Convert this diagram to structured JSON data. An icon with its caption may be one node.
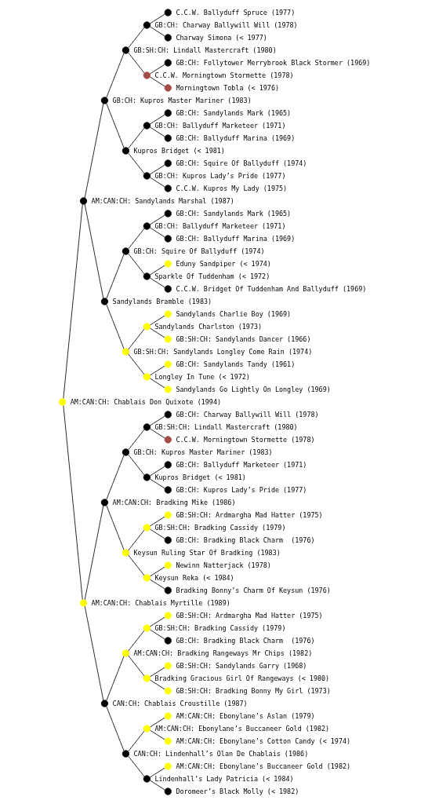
{
  "diagram": {
    "nodes": [
      {
        "text": [],
        "shape": "circle",
        "beside": [
          "C.C.W. Ballyduff Spruce (1977)"
        ]
      },
      {
        "text": [],
        "shape": "circle",
        "beside": [
          "GB:CH: Charway Ballywill Will (1978)"
        ]
      },
      {
        "text": [],
        "shape": "circle",
        "beside": [
          "Charway Simona (< 1977)"
        ]
      },
      {
        "text": [],
        "shape": "circle",
        "beside": [
          "GB:SH:CH: Lindall Mastercraft (1980)"
        ]
      },
      {
        "text": [],
        "shape": "circle",
        "beside": [
          "GB:CH: Follytower Merrybrook Black Stormer (1969)"
        ]
      },
      {
        "text": [],
        "shape": "circle",
        "beside": [
          "C.C.W. Morningtown Stormette (1978)"
        ]
      },
      {
        "text": [],
        "shape": "circle",
        "beside": [
          "Morningtown Tobla (< 1976)"
        ]
      },
      {
        "text": [],
        "shape": "circle",
        "beside": [
          "GB:CH: Kupros Master Mariner (1983)"
        ]
      },
      {
        "text": [],
        "shape": "circle",
        "beside": [
          "GB:CH: Sandylands Mark (1965)"
        ]
      },
      {
        "text": [],
        "shape": "circle",
        "beside": [
          "GB:CH: Ballyduff Marketeer (1971)"
        ]
      },
      {
        "text": [],
        "shape": "circle",
        "beside": [
          "GB:CH: Ballyduff Marina (1969)"
        ]
      },
      {
        "text": [],
        "shape": "circle",
        "beside": [
          "Kupros Bridget (< 1981)"
        ]
      },
      {
        "text": [],
        "shape": "circle",
        "beside": [
          "GB:CH: Squire Of Ballyduff (1974)"
        ]
      },
      {
        "text": [],
        "shape": "circle",
        "beside": [
          "GB:CH: Kupros Lady’s Pride (1977)"
        ]
      },
      {
        "text": [],
        "shape": "circle",
        "beside": [
          "C.C.W. Kupros My Lady (1975)"
        ]
      },
      {
        "text": [],
        "shape": "circle",
        "beside": [
          "AM:CAN:CH: Sandylands Marshal (1987)"
        ]
      },
      {
        "text": [],
        "shape": "circle",
        "beside": [
          "GB:CH: Sandylands Mark (1965)"
        ]
      },
      {
        "text": [],
        "shape": "circle",
        "beside": [
          "GB:CH: Ballyduff Marketeer (1971)"
        ]
      },
      {
        "text": [],
        "shape": "circle",
        "beside": [
          "GB:CH: Ballyduff Marina (1969)"
        ]
      },
      {
        "text": [],
        "shape": "circle",
        "beside": [
          "GB:CH: Squire Of Ballyduff (1974)"
        ]
      },
      {
        "text": [],
        "shape": "circle",
        "beside": [
          "Eduny Sandpiper (< 1974)"
        ]
      },
      {
        "text": [],
        "shape": "circle",
        "beside": [
          "Sparkle Of Tuddenham (< 1972)"
        ]
      },
      {
        "text": [],
        "shape": "circle",
        "beside": [
          "C.C.W. Bridget Of Tuddenham And Ballyduff (1969)"
        ]
      },
      {
        "text": [],
        "shape": "circle",
        "beside": [
          "Sandylands Bramble (1983)"
        ]
      },
      {
        "text": [],
        "shape": "circle",
        "beside": [
          "Sandylands Charlie Boy (1969)"
        ]
      },
      {
        "text": [],
        "shape": "circle",
        "beside": [
          "Sandylands Charlston (1973)"
        ]
      },
      {
        "text": [],
        "shape": "circle",
        "beside": [
          "GB:SH:CH: Sandylands Dancer (1966)"
        ]
      },
      {
        "text": [],
        "shape": "circle",
        "beside": [
          "GB:SH:CH: Sandylands Longley Come Rain (1974)"
        ]
      },
      {
        "text": [],
        "shape": "circle",
        "beside": [
          "GB:CH: Sandylands Tandy (1961)"
        ]
      },
      {
        "text": [],
        "shape": "circle",
        "beside": [
          "Longley In Tune (< 1972)"
        ]
      },
      {
        "text": [],
        "shape": "circle",
        "beside": [
          "Sandylands Go Lightly On Longley (1969)"
        ]
      },
      {
        "text": [],
        "shape": "circle",
        "beside": [
          "AM:CAN:CH: Chablais Don Quixote (1994)"
        ]
      },
      {
        "text": [],
        "shape": "circle",
        "beside": [
          "GB:CH: Charway Ballywill Will (1978)"
        ]
      },
      {
        "text": [],
        "shape": "circle",
        "beside": [
          "GB:SH:CH: Lindall Mastercraft (1980)"
        ]
      },
      {
        "text": [],
        "shape": "circle",
        "beside": [
          "C.C.W. Morningtown Stormette (1978)"
        ]
      },
      {
        "text": [],
        "shape": "circle",
        "beside": [
          "GB:CH: Kupros Master Mariner (1983)"
        ]
      },
      {
        "text": [],
        "shape": "circle",
        "beside": [
          "GB:CH: Ballyduff Marketeer (1971)"
        ]
      },
      {
        "text": [],
        "shape": "circle",
        "beside": [
          "Kupros Bridget (< 1981)"
        ]
      },
      {
        "text": [],
        "shape": "circle",
        "beside": [
          "GB:CH: Kupros Lady’s Pride (1977)"
        ]
      },
      {
        "text": [],
        "shape": "circle",
        "beside": [
          "AM:CAN:CH: Bradking Mike (1986)"
        ]
      },
      {
        "text": [],
        "shape": "circle",
        "beside": [
          "GB:SH:CH: Ardmargha Mad Hatter (1975)"
        ]
      },
      {
        "text": [],
        "shape": "circle",
        "beside": [
          "GB:SH:CH: Bradking Cassidy (1979)"
        ]
      },
      {
        "text": [],
        "shape": "circle",
        "beside": [
          "GB:CH: Bradking Black Charm  (1976)"
        ]
      },
      {
        "text": [],
        "shape": "circle",
        "beside": [
          "Keysun Ruling Star Of Bradking (1983)"
        ]
      },
      {
        "text": [],
        "shape": "circle",
        "beside": [
          "Newinn Natterjack (1978)"
        ]
      },
      {
        "text": [],
        "shape": "circle",
        "beside": [
          "Keysun Reka (< 1984)"
        ]
      },
      {
        "text": [],
        "shape": "circle",
        "beside": [
          "Bradking Bonny’s Charm Of Keysun (1976)"
        ]
      },
      {
        "text": [],
        "shape": "circle",
        "beside": [
          "AM:CAN:CH: Chablais Myrtille (1989)"
        ]
      },
      {
        "text": [],
        "shape": "circle",
        "beside": [
          "GB:SH:CH: Ardmargha Mad Hatter (1975)"
        ]
      },
      {
        "text": [],
        "shape": "circle",
        "beside": [
          "GB:SH:CH: Bradking Cassidy (1979)"
        ]
      },
      {
        "text": [],
        "shape": "circle",
        "beside": [
          "GB:CH: Bradking Black Charm  (1976)"
        ]
      },
      {
        "text": [],
        "shape": "circle",
        "beside": [
          "AM:CAN:CH: Bradking Rangeways Mr Chips (1982)"
        ]
      },
      {
        "text": [],
        "shape": "circle",
        "beside": [
          "GB:SH:CH: Sandylands Garry (1968)"
        ]
      },
      {
        "text": [],
        "shape": "circle",
        "beside": [
          "Bradking Gracious Girl Of Rangeways (< 1980)"
        ]
      },
      {
        "text": [],
        "shape": "circle",
        "beside": [
          "GB:SH:CH: Bradking Bonny My Girl (1973)"
        ]
      },
      {
        "text": [],
        "shape": "circle",
        "beside": [
          "CAN:CH: Chablais Croustille (1987)"
        ]
      },
      {
        "text": [],
        "shape": "circle",
        "beside": [
          "AM:CAN:CH: Ebonylane’s Aslan (1979)"
        ]
      },
      {
        "text": [],
        "shape": "circle",
        "beside": [
          "AM:CAN:CH: Ebonylane’s Buccaneer Gold (1982)"
        ]
      },
      {
        "text": [],
        "shape": "circle",
        "beside": [
          "AM:CAN:CH: Ebonylane’s Cotton Candy (< 1974)"
        ]
      },
      {
        "text": [],
        "shape": "circle",
        "beside": [
          "CAN:CH: Lindenhall’s Olan De Chablais (1986)"
        ]
      },
      {
        "text": [],
        "shape": "circle",
        "beside": [
          "AM:CAN:CH: Ebonylane’s Buccaneer Gold (1982)"
        ]
      },
      {
        "text": [],
        "shape": "circle",
        "beside": [
          "Lindenhall’s Lady Patricia (< 1984)"
        ]
      },
      {
        "text": [],
        "shape": "circle",
        "beside": [
          "Doromeer’s Black Molly (< 1982)"
        ]
      }
    ],
    "edges": [
      {
        "from": 1,
        "to": 0,
        "arrow": "none"
      },
      {
        "from": 1,
        "to": 2,
        "arrow": "none"
      },
      {
        "from": 3,
        "to": 1,
        "arrow": "none"
      },
      {
        "from": 3,
        "to": 5,
        "arrow": "none"
      },
      {
        "from": 5,
        "to": 4,
        "arrow": "none"
      },
      {
        "from": 5,
        "to": 6,
        "arrow": "none"
      },
      {
        "from": 7,
        "to": 3,
        "arrow": "none"
      },
      {
        "from": 7,
        "to": 11,
        "arrow": "none"
      },
      {
        "from": 9,
        "to": 8,
        "arrow": "none"
      },
      {
        "from": 9,
        "to": 10,
        "arrow": "none"
      },
      {
        "from": 11,
        "to": 9,
        "arrow": "none"
      },
      {
        "from": 11,
        "to": 13,
        "arrow": "none"
      },
      {
        "from": 13,
        "to": 12,
        "arrow": "none"
      },
      {
        "from": 13,
        "to": 14,
        "arrow": "none"
      },
      {
        "from": 15,
        "to": 7,
        "arrow": "none"
      },
      {
        "from": 15,
        "to": 23,
        "arrow": "none"
      },
      {
        "from": 17,
        "to": 16,
        "arrow": "none"
      },
      {
        "from": 17,
        "to": 18,
        "arrow": "none"
      },
      {
        "from": 19,
        "to": 17,
        "arrow": "none"
      },
      {
        "from": 19,
        "to": 21,
        "arrow": "none"
      },
      {
        "from": 21,
        "to": 20,
        "arrow": "none"
      },
      {
        "from": 21,
        "to": 22,
        "arrow": "none"
      },
      {
        "from": 23,
        "to": 19,
        "arrow": "none"
      },
      {
        "from": 23,
        "to": 27,
        "arrow": "none"
      },
      {
        "from": 25,
        "to": 24,
        "arrow": "none"
      },
      {
        "from": 25,
        "to": 26,
        "arrow": "none"
      },
      {
        "from": 27,
        "to": 25,
        "arrow": "none"
      },
      {
        "from": 27,
        "to": 29,
        "arrow": "none"
      },
      {
        "from": 29,
        "to": 28,
        "arrow": "none"
      },
      {
        "from": 29,
        "to": 30,
        "arrow": "none"
      },
      {
        "from": 31,
        "to": 15,
        "arrow": "none"
      },
      {
        "from": 31,
        "to": 47,
        "arrow": "none"
      },
      {
        "from": 33,
        "to": 32,
        "arrow": "none"
      },
      {
        "from": 33,
        "to": 34,
        "arrow": "none"
      },
      {
        "from": 35,
        "to": 33,
        "arrow": "none"
      },
      {
        "from": 35,
        "to": 37,
        "arrow": "none"
      },
      {
        "from": 37,
        "to": 36,
        "arrow": "none"
      },
      {
        "from": 37,
        "to": 38,
        "arrow": "none"
      },
      {
        "from": 39,
        "to": 35,
        "arrow": "none"
      },
      {
        "from": 39,
        "to": 43,
        "arrow": "none"
      },
      {
        "from": 41,
        "to": 40,
        "arrow": "none"
      },
      {
        "from": 41,
        "to": 42,
        "arrow": "none"
      },
      {
        "from": 43,
        "to": 41,
        "arrow": "none"
      },
      {
        "from": 43,
        "to": 45,
        "arrow": "none"
      },
      {
        "from": 45,
        "to": 44,
        "arrow": "none"
      },
      {
        "from": 45,
        "to": 46,
        "arrow": "none"
      },
      {
        "from": 47,
        "to": 39,
        "arrow": "none"
      },
      {
        "from": 47,
        "to": 55,
        "arrow": "none"
      },
      {
        "from": 49,
        "to": 48,
        "arrow": "none"
      },
      {
        "from": 49,
        "to": 50,
        "arrow": "none"
      },
      {
        "from": 51,
        "to": 49,
        "arrow": "none"
      },
      {
        "from": 51,
        "to": 53,
        "arrow": "none"
      },
      {
        "from": 53,
        "to": 52,
        "arrow": "none"
      },
      {
        "from": 53,
        "to": 54,
        "arrow": "none"
      },
      {
        "from": 55,
        "to": 51,
        "arrow": "none"
      },
      {
        "from": 55,
        "to": 59,
        "arrow": "none"
      },
      {
        "from": 57,
        "to": 56,
        "arrow": "none"
      },
      {
        "from": 57,
        "to": 58,
        "arrow": "none"
      },
      {
        "from": 59,
        "to": 57,
        "arrow": "none"
      },
      {
        "from": 59,
        "to": 61,
        "arrow": "none"
      },
      {
        "from": 61,
        "to": 60,
        "arrow": "none"
      },
      {
        "from": 61,
        "to": 62,
        "arrow": "none"
      }
    ]
  }
}
